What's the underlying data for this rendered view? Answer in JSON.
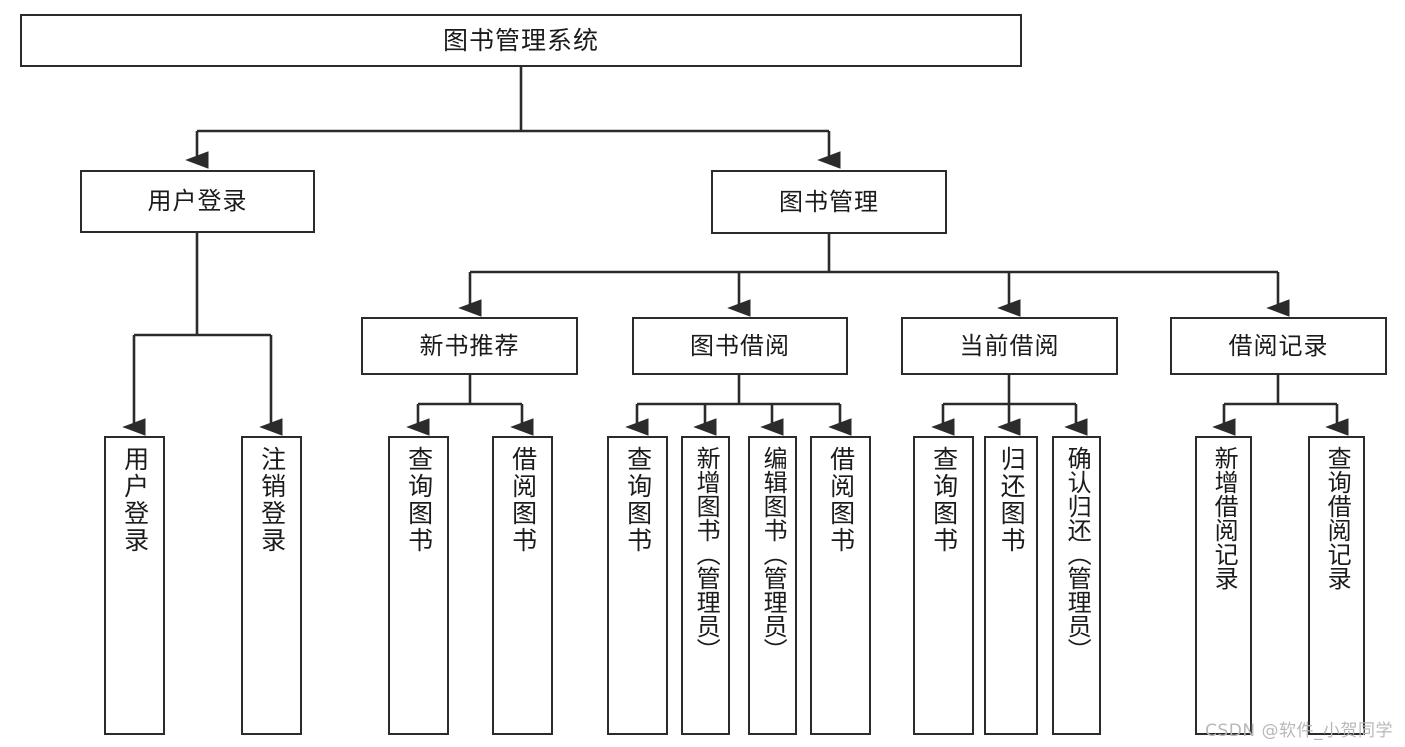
{
  "diagram": {
    "title": "图书管理系统",
    "type": "tree",
    "watermark": "CSDN @软件_小贺同学",
    "colors": {
      "box_border": "#2b2b2b",
      "box_fill": "#ffffff",
      "edge": "#2b2b2b",
      "text": "#1b1b1b",
      "watermark": "#b8b8b8",
      "background": "#ffffff"
    },
    "nodes": {
      "root": {
        "label": "图书管理系统"
      },
      "level2": [
        {
          "id": "user-login",
          "label": "用户登录"
        },
        {
          "id": "book-manage",
          "label": "图书管理"
        }
      ],
      "level3": [
        {
          "id": "new-book-recommend",
          "label": "新书推荐"
        },
        {
          "id": "book-borrow",
          "label": "图书借阅"
        },
        {
          "id": "current-borrow",
          "label": "当前借阅"
        },
        {
          "id": "borrow-record",
          "label": "借阅记录"
        }
      ],
      "leaves": {
        "user-login": [
          {
            "id": "leaf-user-login",
            "label": "用户登录"
          },
          {
            "id": "leaf-user-logout",
            "label": "注销登录"
          }
        ],
        "new-book-recommend": [
          {
            "id": "leaf-query-book-1",
            "label": "查询图书"
          },
          {
            "id": "leaf-borrow-book-1",
            "label": "借阅图书"
          }
        ],
        "book-borrow": [
          {
            "id": "leaf-query-book-2",
            "label": "查询图书"
          },
          {
            "id": "leaf-add-book",
            "label": "新增图书（管理员）"
          },
          {
            "id": "leaf-edit-book",
            "label": "编辑图书（管理员）"
          },
          {
            "id": "leaf-borrow-book-2",
            "label": "借阅图书"
          }
        ],
        "current-borrow": [
          {
            "id": "leaf-query-book-3",
            "label": "查询图书"
          },
          {
            "id": "leaf-return-book",
            "label": "归还图书"
          },
          {
            "id": "leaf-confirm-return",
            "label": "确认归还（管理员）"
          }
        ],
        "borrow-record": [
          {
            "id": "leaf-add-record",
            "label": "新增借阅记录"
          },
          {
            "id": "leaf-query-record",
            "label": "查询借阅记录"
          }
        ]
      }
    }
  }
}
